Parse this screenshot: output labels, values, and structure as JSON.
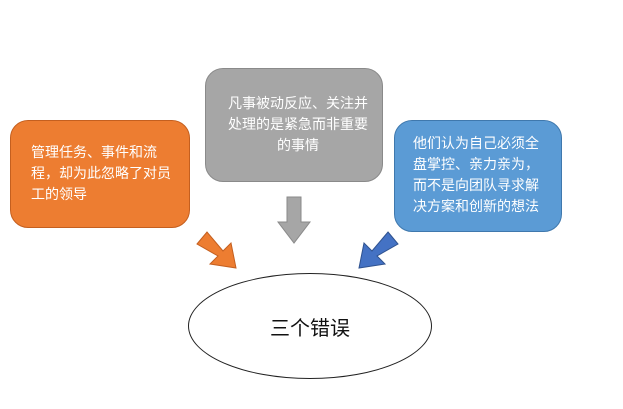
{
  "boxes": {
    "orange": {
      "text": "管理任务、事件和流程，却为此忽略了对员工的领导",
      "color": "#ed7d31"
    },
    "gray": {
      "text": "凡事被动反应、关注并处理的是紧急而非重要的事情",
      "color": "#a6a6a6"
    },
    "blue": {
      "text": "他们认为自己必须全盘掌控、亲力亲为，而不是向团队寻求解决方案和创新的想法",
      "color": "#5b9bd5"
    }
  },
  "center": {
    "text": "三个错误"
  },
  "arrows": {
    "orange": "#ed7d31",
    "gray": "#a6a6a6",
    "blue": "#4472c4"
  }
}
